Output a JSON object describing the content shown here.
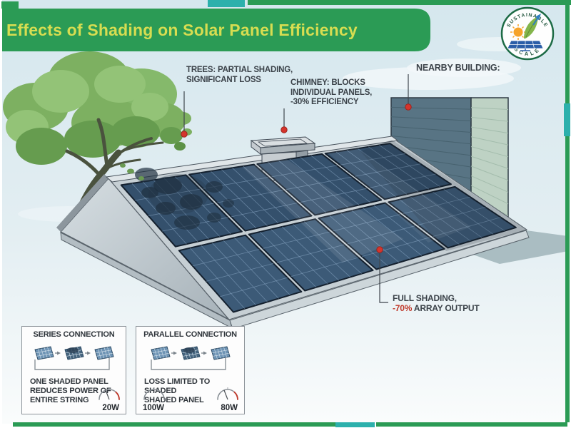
{
  "header": {
    "title": "Effects of Shading on Solar Panel Efficiency"
  },
  "logo": {
    "arc_top": "SUSTAINABLE",
    "arc_bottom": "SCALE"
  },
  "annotations": {
    "trees": {
      "line1": "TREES: PARTIAL SHADING,",
      "line2": "SIGNIFICANT LOSS"
    },
    "chimney": {
      "line1": "CHIMNEY: BLOCKS",
      "line2": "INDIVIDUAL PANELS,",
      "line3": "-30% EFFICIENCY"
    },
    "nearby_building": {
      "label": "NEARBY BUILDING:"
    },
    "full_shading": {
      "line1": "FULL SHADING,",
      "highlight": "-70%",
      "line2": " ARRAY OUTPUT"
    }
  },
  "boxes": {
    "series": {
      "title": "SERIES CONNECTION",
      "line1": "ONE SHADED PANEL",
      "line2": "REDUCES POWER OF",
      "line3": "ENTIRE STRING",
      "gauge_value": "20W"
    },
    "parallel": {
      "title": "PARALLEL CONNECTION",
      "line1": "LOSS LIMITED TO SHADED",
      "line2": "SHADED PANEL",
      "gauge_left": "100W",
      "gauge_right": "80W"
    }
  },
  "colors": {
    "header_green": "#2b9b55",
    "accent_teal": "#2cb0ac",
    "title_yellow": "#d7dd51",
    "alert_red": "#c0392b",
    "marker_red": "#d5342c",
    "panel_blue": "#34506c",
    "building_slate": "#587484",
    "building_side_sage": "#bed2c4"
  }
}
